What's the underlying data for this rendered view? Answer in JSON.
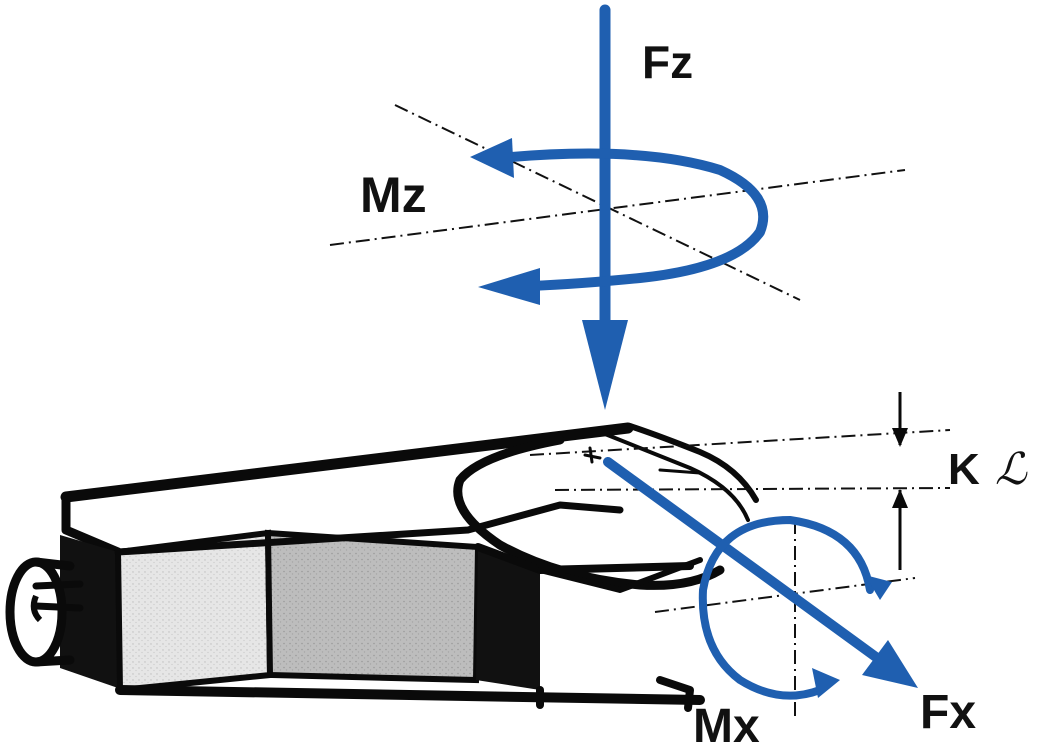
{
  "labels": {
    "fz": "Fz",
    "mz": "Mz",
    "mx": "Mx",
    "fx": "Fx",
    "k": "K",
    "angle_symbol": "ℒ"
  },
  "colors": {
    "arrow_blue": "#1f5fb0",
    "ink": "#0a0a0a",
    "face_light": "#e2e2e2",
    "face_mid": "#b9b9b9"
  }
}
